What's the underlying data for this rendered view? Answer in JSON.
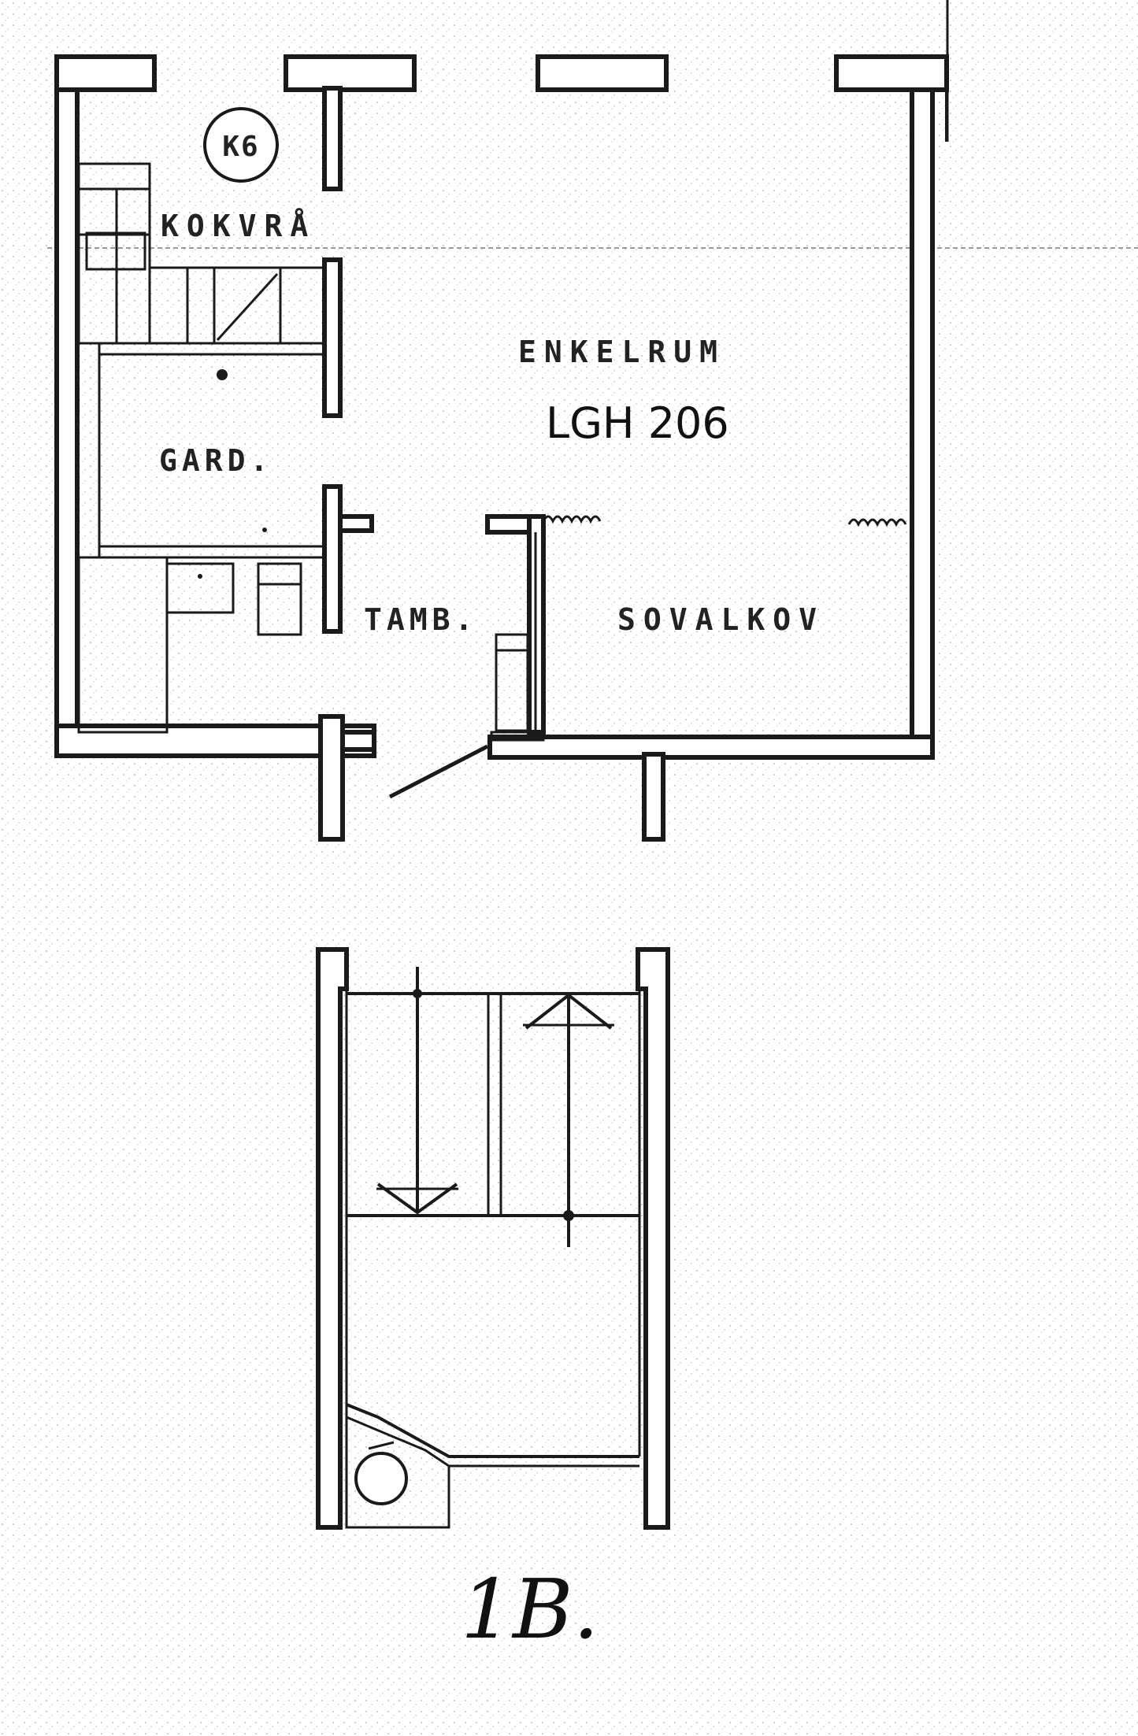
{
  "plan": {
    "badge": "K6",
    "rooms": {
      "kokvra": "KOKVRÅ",
      "enkelrum": "ENKELRUM",
      "gard": "GARD.",
      "tamb": "TAMB.",
      "sovalkov": "SOVALKOV"
    },
    "apartment": "LGH 206",
    "stair_mark": "1B."
  },
  "colors": {
    "ink": "#1a1a1a",
    "paper": "#ffffff"
  }
}
